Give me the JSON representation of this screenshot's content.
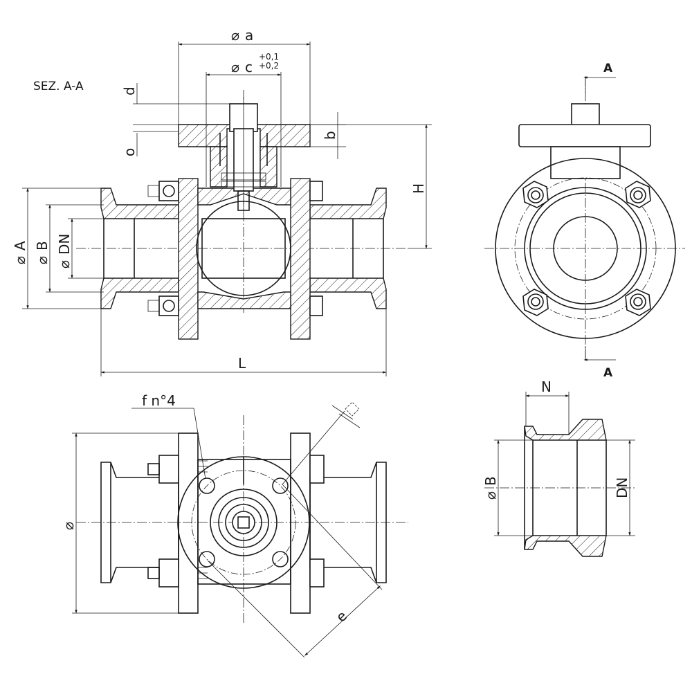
{
  "section_title": "SEZ. A-A",
  "section_marks": {
    "top": "A",
    "bottom": "A"
  },
  "tolerance": {
    "upper": "+0,1",
    "lower": "+0,2"
  },
  "dimensions": {
    "dia_a": "a",
    "dia_c": "c",
    "d": "d",
    "o": "o",
    "b": "b",
    "H": "H",
    "dia_A": "A",
    "dia_B": "B",
    "dia_DN": "DN",
    "L": "L",
    "holes": "f n°4",
    "dia_bottom": "",
    "e": "e",
    "N": "N",
    "detail_dia_B": "B",
    "detail_DN": "DN"
  },
  "diameter_symbol": "⌀"
}
